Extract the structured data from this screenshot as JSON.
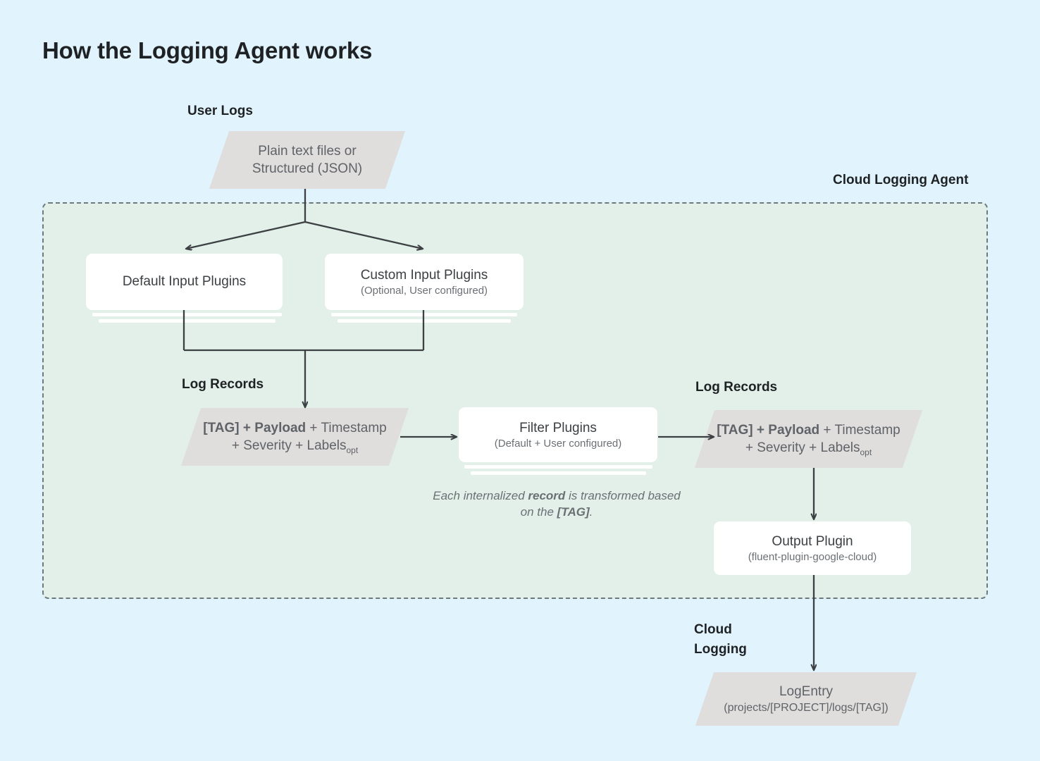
{
  "page": {
    "title": "How the Logging Agent works",
    "background_color": "#e1f3fd",
    "agent_background_color": "#e2f0e9",
    "shape_fill_color": "#e0dedd",
    "connector_color": "#3c4043"
  },
  "labels": {
    "user_logs": "User Logs",
    "cloud_logging_agent": "Cloud Logging Agent",
    "log_records_left": "Log Records",
    "log_records_right": "Log Records",
    "cloud_logging": "Cloud\nLogging",
    "cloud_logging_line1": "Cloud",
    "cloud_logging_line2": "Logging"
  },
  "nodes": {
    "user_logs_source": {
      "shape": "parallelogram",
      "line1": "Plain text files or",
      "line2": "Structured (JSON)"
    },
    "default_input_plugins": {
      "shape": "card-stack",
      "title": "Default Input Plugins",
      "subtitle": ""
    },
    "custom_input_plugins": {
      "shape": "card-stack",
      "title": "Custom Input Plugins",
      "subtitle": "(Optional, User configured)"
    },
    "log_record_left": {
      "shape": "parallelogram",
      "bold_part": "[TAG] + Payload",
      "rest_line1": " + Timestamp",
      "line2": "+ Severity + Labels",
      "subscript": "opt"
    },
    "filter_plugins": {
      "shape": "card-stack",
      "title": "Filter Plugins",
      "subtitle": "(Default + User configured)"
    },
    "log_record_right": {
      "shape": "parallelogram",
      "bold_part": "[TAG] + Payload",
      "rest_line1": " + Timestamp",
      "line2": "+ Severity + Labels",
      "subscript": "opt"
    },
    "output_plugin": {
      "shape": "card",
      "title": "Output Plugin",
      "subtitle": "(fluent-plugin-google-cloud)"
    },
    "log_entry": {
      "shape": "parallelogram",
      "title": "LogEntry",
      "subtitle": "(projects/[PROJECT]/logs/[TAG])"
    }
  },
  "annotation": {
    "part1": "Each internalized ",
    "bold1": "record",
    "part2": " is transformed based on the ",
    "bold2": "[TAG]",
    "part3": "."
  }
}
